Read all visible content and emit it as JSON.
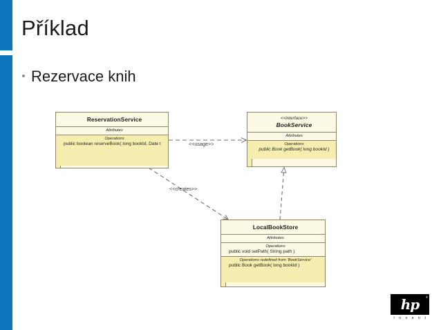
{
  "slide": {
    "title": "Příklad",
    "bullets": [
      {
        "text": "Rezervace knih"
      }
    ],
    "accent_color": "#0b76bc"
  },
  "diagram": {
    "type": "uml-class-diagram",
    "classes": [
      {
        "id": "reservation-service",
        "name": "ReservationService",
        "stereotype": "",
        "abstract": false,
        "sections": [
          {
            "label": "Attributes",
            "members": []
          },
          {
            "label": "Operations",
            "members": [
              "public boolean  reserveBook( long bookId, Date t"
            ]
          }
        ]
      },
      {
        "id": "book-service",
        "name": "BookService",
        "stereotype": "<<interface>>",
        "abstract": true,
        "sections": [
          {
            "label": "Attributes",
            "members": []
          },
          {
            "label": "Operations",
            "members": [
              "public Book  getBook( long bookId )"
            ]
          }
        ]
      },
      {
        "id": "local-book-store",
        "name": "LocalBookStore",
        "stereotype": "",
        "abstract": false,
        "sections": [
          {
            "label": "Attributes",
            "members": []
          },
          {
            "label": "Operations",
            "members": [
              "public void  setPath( String path )"
            ]
          },
          {
            "label": "Operations redefined from 'BookService'",
            "members": [
              "public Book  getBook( long bookId )"
            ]
          }
        ]
      }
    ],
    "relationships": [
      {
        "id": "usage",
        "label": "<<usage>>",
        "from": "reservation-service",
        "to": "book-service",
        "style": "dashed-open-arrow"
      },
      {
        "id": "creates",
        "label": "<<creates>>",
        "from": "reservation-service",
        "to": "local-book-store",
        "style": "dashed-open-arrow"
      },
      {
        "id": "realization",
        "label": "",
        "from": "local-book-store",
        "to": "book-service",
        "style": "dashed-hollow-triangle"
      }
    ],
    "colors": {
      "box_header": "#fcf9e4",
      "box_body": "#f6eeb0",
      "box_border": "#8d8566",
      "line": "#6e6e6e"
    }
  },
  "logo": {
    "mark": "hp",
    "trademark": "®",
    "tagline": "i n v e n t"
  }
}
